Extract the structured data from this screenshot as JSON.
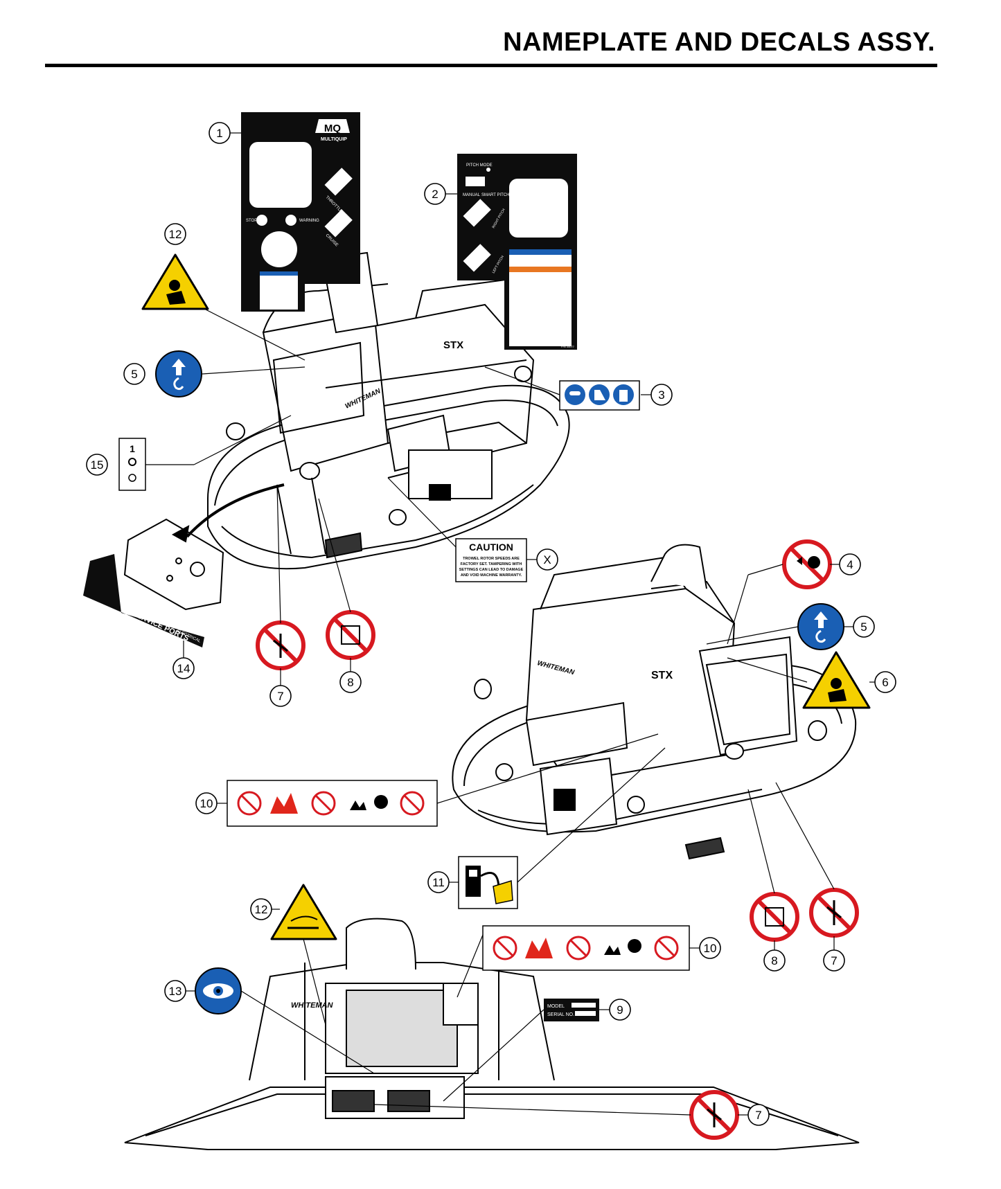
{
  "page": {
    "title": "NAMEPLATE AND DECALS ASSY."
  },
  "callouts": [
    "1",
    "2",
    "3",
    "4",
    "5",
    "5",
    "6",
    "7",
    "7",
    "7",
    "8",
    "8",
    "9",
    "10",
    "10",
    "11",
    "12",
    "12",
    "13",
    "14",
    "15",
    "X"
  ],
  "decal1": {
    "brand": "MULTIQUIP",
    "logo": "MQ",
    "stop": "STOP",
    "warning": "WARNING",
    "throttle": "THROTTLE",
    "cruise": "CRUISE"
  },
  "decal2": {
    "pitch_mode": "PITCH MODE",
    "manual": "MANUAL",
    "smart_pitch": "SMART PITCH™",
    "right_pitch": "RIGHT PITCH",
    "left_pitch": "LEFT PITCH",
    "part_no": "P/N 34077"
  },
  "caution": {
    "heading": "CAUTION",
    "line1": "TROWEL ROTOR SPEEDS ARE",
    "line2": "FACTORY SET. TAMPERING WITH",
    "line3": "SETTINGS CAN LEAD TO DAMAGE",
    "line4": "AND VOID MACHINE WARRANTY."
  },
  "service": {
    "label": "SERVICE PORTS",
    "sub": "ELECTRICAL"
  },
  "nameplate": {
    "model": "MODEL",
    "serial": "SERIAL NO."
  },
  "machine": {
    "brand": "WHITEMAN",
    "model": "STX",
    "logo": "MQ"
  },
  "colors": {
    "warning_yellow": "#f5d000",
    "mandatory_blue": "#1a5fb4",
    "prohibition_red": "#d71920",
    "flame_red": "#e0261b"
  }
}
